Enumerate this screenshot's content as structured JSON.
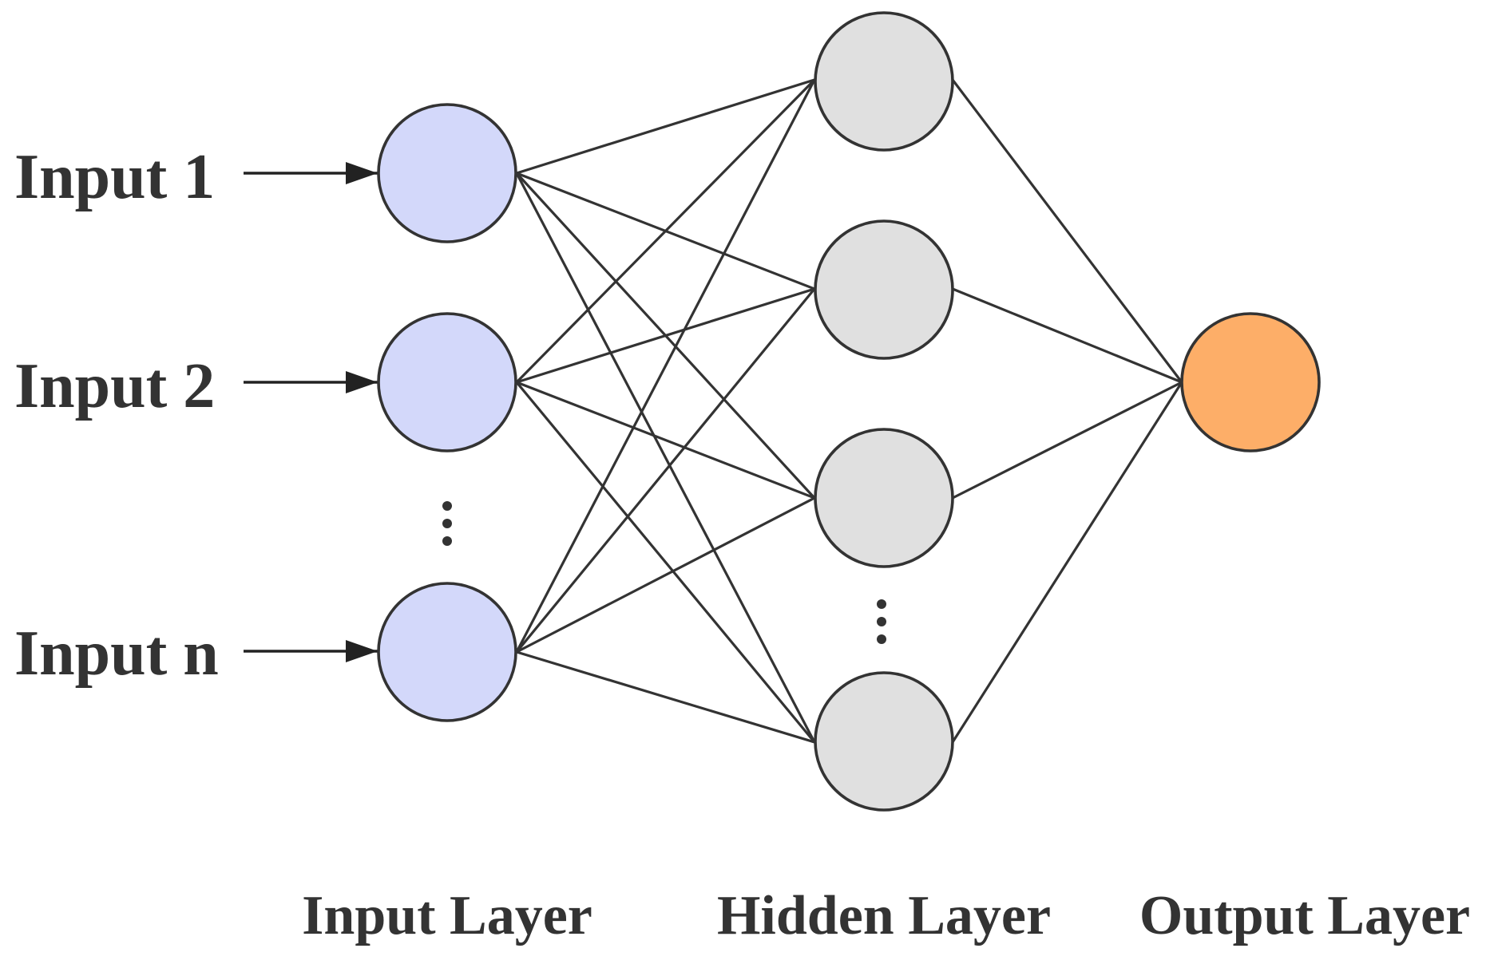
{
  "inputs": {
    "labels": [
      "Input 1",
      "Input 2",
      "Input n"
    ]
  },
  "layers": {
    "input": "Input Layer",
    "hidden": "Hidden Layer",
    "output": "Output Layer"
  },
  "colors": {
    "input_node": "#d3d8fa",
    "hidden_node": "#e0e0e0",
    "output_node": "#fdae68",
    "stroke": "#333333"
  }
}
